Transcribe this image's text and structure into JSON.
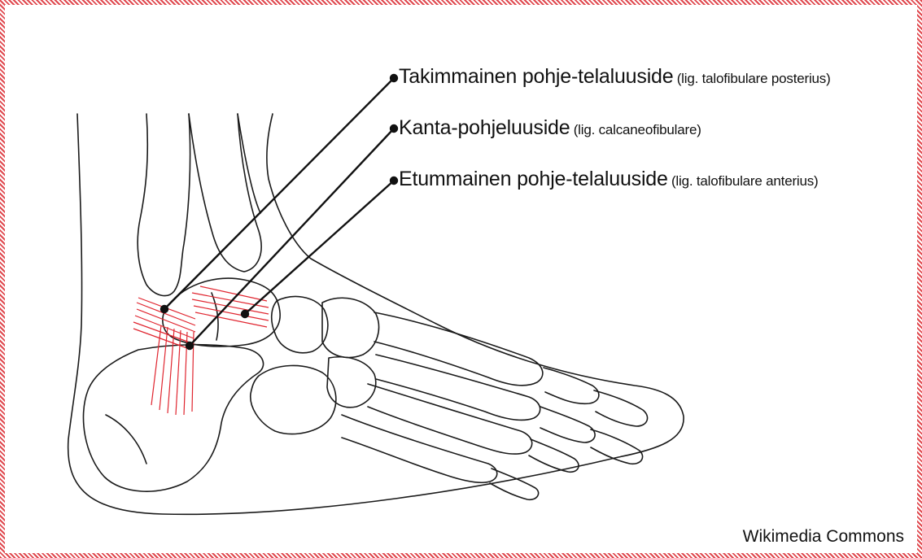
{
  "labels": [
    {
      "main": "Takimmainen pohje-telaluuside",
      "latin": "(lig. talofibulare posterius)"
    },
    {
      "main": "Kanta-pohjeluuside",
      "latin": "(lig. calcaneofibulare)"
    },
    {
      "main": "Etummainen pohje-telaluuside",
      "latin": "(lig. talofibulare anterius)"
    }
  ],
  "credit": "Wikimedia Commons",
  "colors": {
    "ligament": "#e0252f",
    "frame": "#c9252c",
    "line": "#111111"
  }
}
